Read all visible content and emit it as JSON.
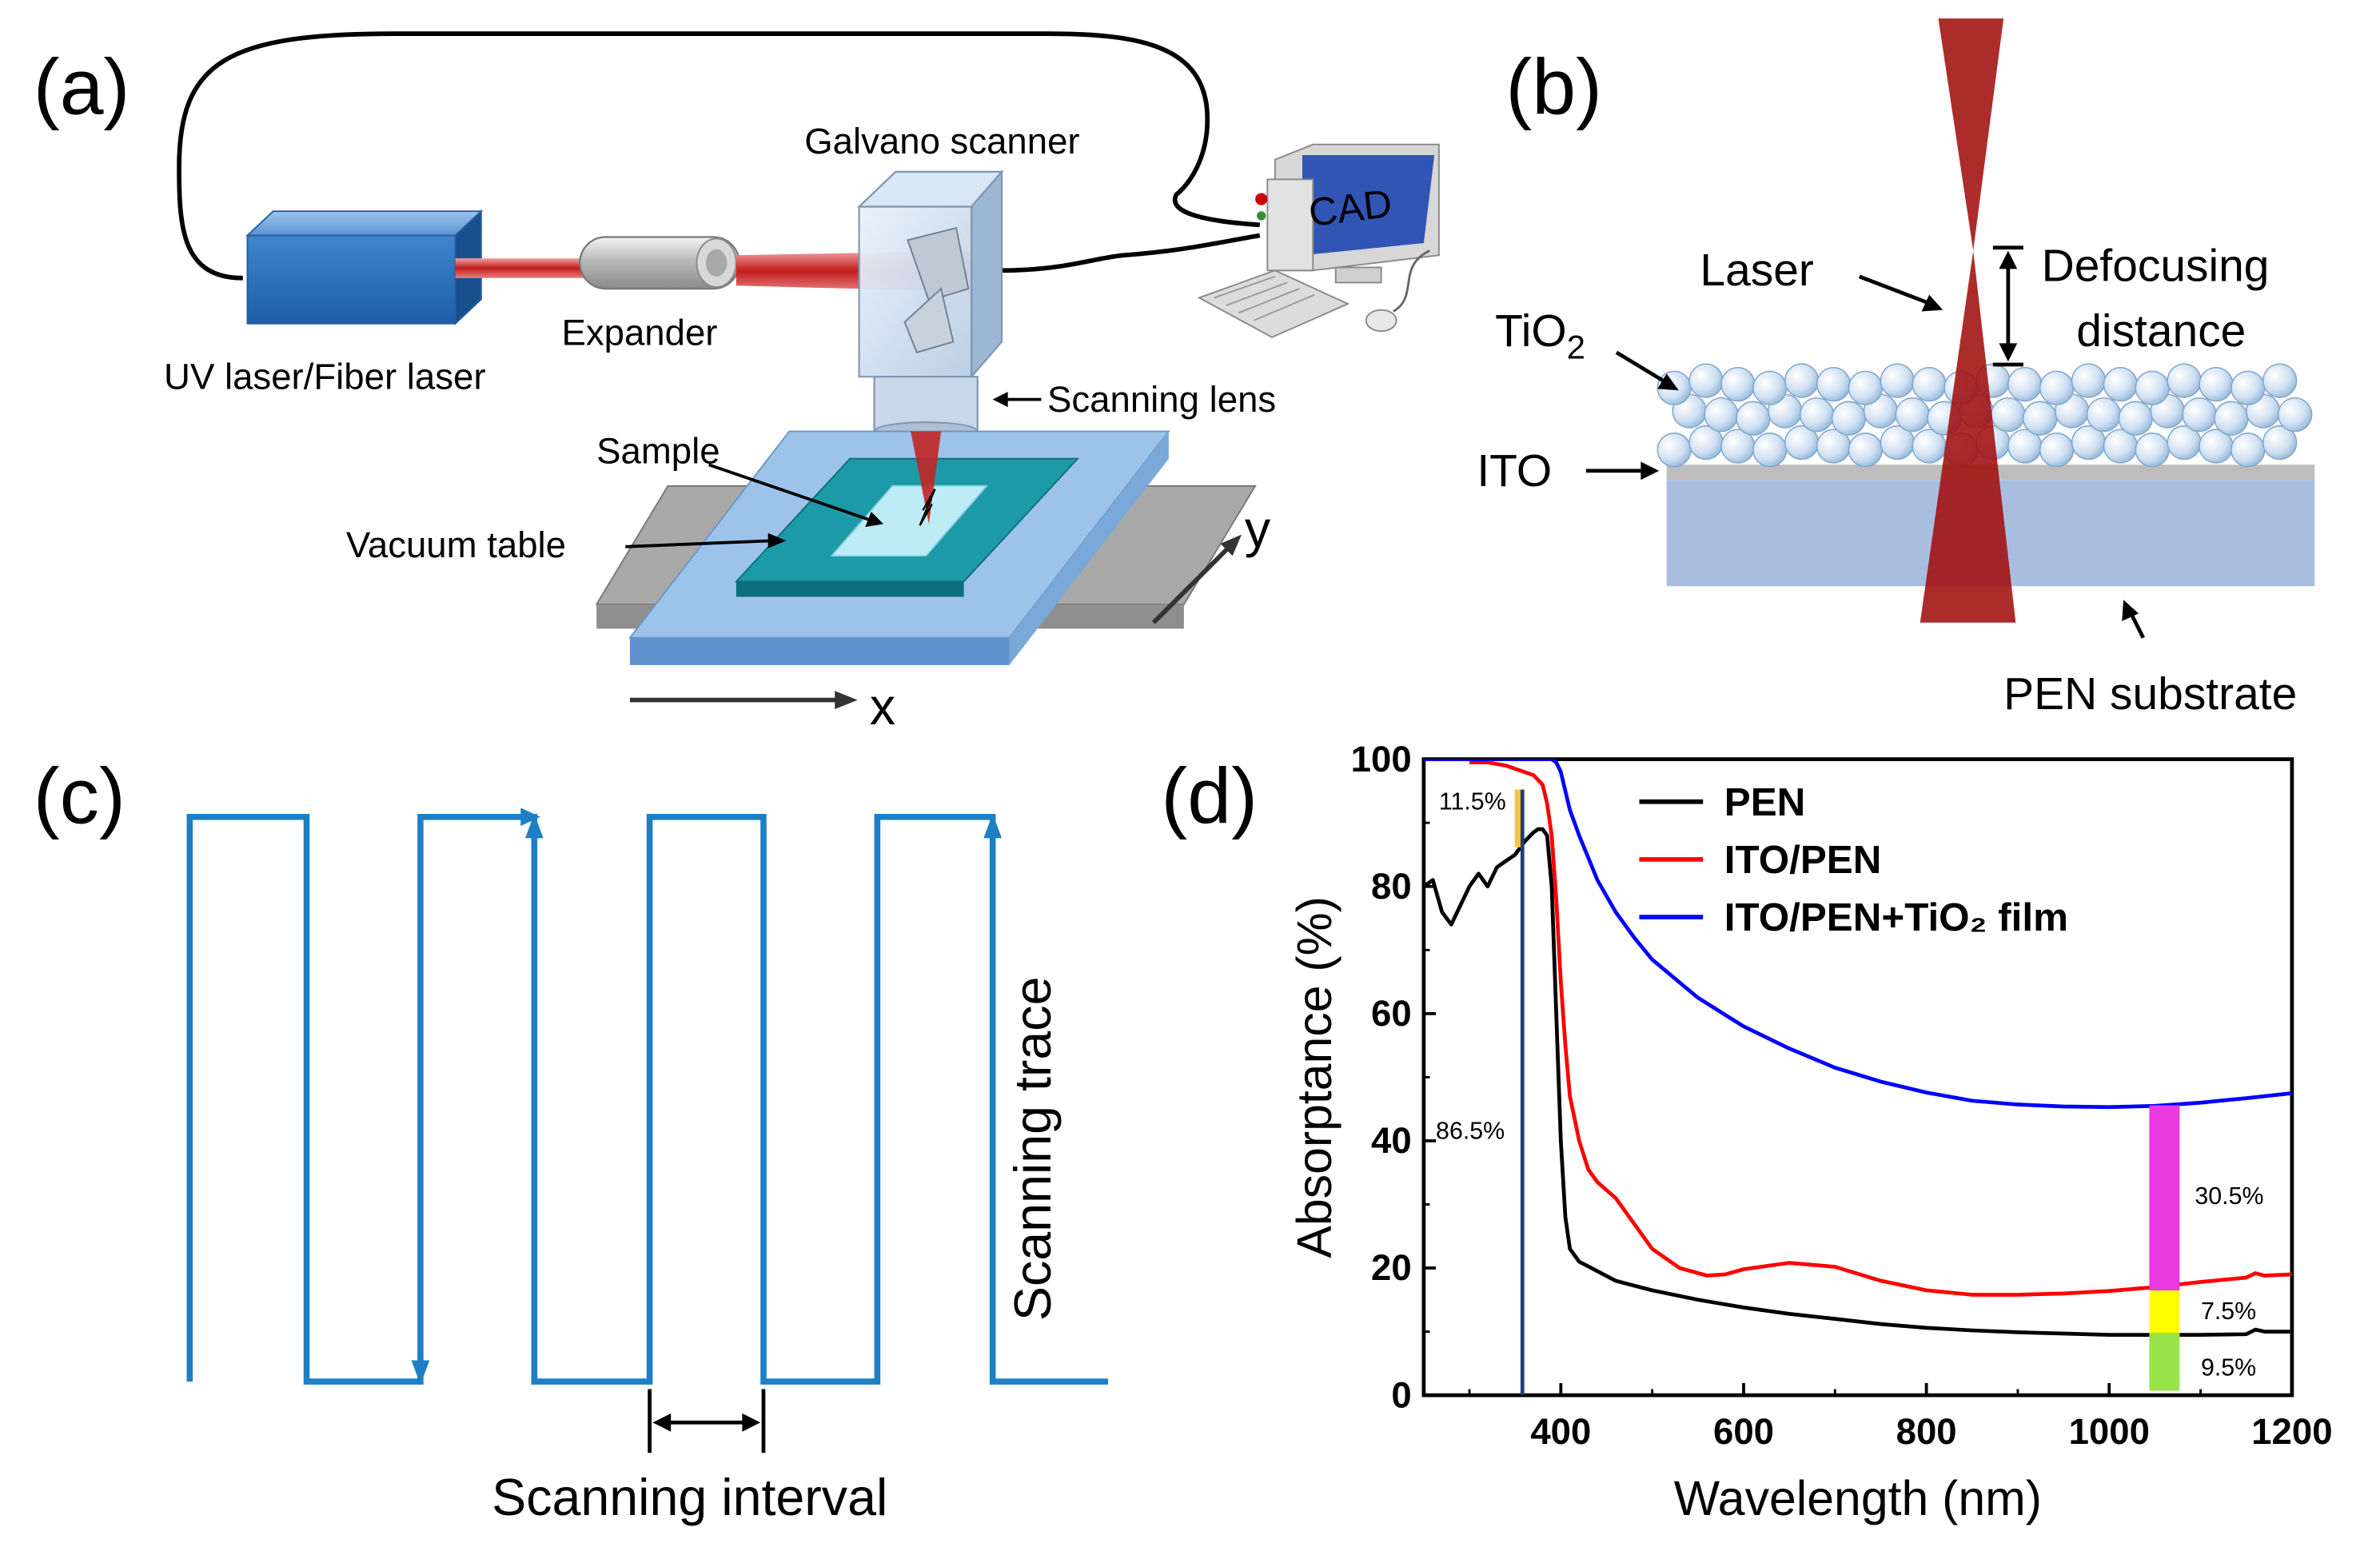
{
  "panels": {
    "a": {
      "label": "(a)",
      "galvano": "Galvano scanner",
      "cad": "CAD",
      "expander": "Expander",
      "laser": "UV laser/Fiber laser",
      "scanning_lens": "Scanning lens",
      "sample": "Sample",
      "vacuum_table": "Vacuum table",
      "axis_x": "x",
      "axis_y": "y"
    },
    "b": {
      "label": "(b)",
      "laser": "Laser",
      "defocus_1": "Defocusing",
      "defocus_2": "distance",
      "tio2": "TiO",
      "tio2_sub": "2",
      "ito": "ITO",
      "pen": "PEN substrate"
    },
    "c": {
      "label": "(c)",
      "trace": "Scanning trace",
      "interval": "Scanning interval"
    },
    "d": {
      "label": "(d)",
      "annotations": [
        "11.5%",
        "86.5%",
        "30.5%",
        "7.5%",
        "9.5%"
      ]
    }
  },
  "colors": {
    "laser_red": "#b01010",
    "trace_blue": "#1f7fc4",
    "pen_line": "#000000",
    "ito_line": "#ff0000",
    "tio2_line": "#0000ff",
    "bar_magenta": "#e83adf",
    "bar_yellow": "#ffff00",
    "bar_green": "#99e34a",
    "bar_navy": "#1f3d7a"
  },
  "chart_data": {
    "type": "line",
    "xlabel": "Wavelength (nm)",
    "ylabel": "Absorptance (%)",
    "xlim": [
      250,
      1200
    ],
    "ylim": [
      0,
      100
    ],
    "xticks": [
      400,
      600,
      800,
      1000,
      1200
    ],
    "yticks": [
      0,
      20,
      40,
      60,
      80,
      100
    ],
    "legend_position": "top-center",
    "series": [
      {
        "name": "PEN",
        "color": "#000000",
        "x": [
          250,
          260,
          270,
          280,
          290,
          300,
          310,
          320,
          330,
          340,
          350,
          360,
          370,
          375,
          380,
          385,
          390,
          395,
          400,
          405,
          410,
          420,
          440,
          460,
          500,
          550,
          600,
          650,
          700,
          750,
          800,
          850,
          900,
          950,
          1000,
          1050,
          1100,
          1150,
          1160,
          1170,
          1200
        ],
        "y": [
          80,
          81,
          76,
          74,
          77,
          80,
          82,
          80,
          83,
          84,
          85,
          87,
          88.5,
          89,
          89,
          88,
          80,
          60,
          40,
          28,
          23,
          21,
          19.5,
          18,
          16.5,
          15,
          13.8,
          12.8,
          12,
          11.2,
          10.6,
          10.2,
          9.9,
          9.7,
          9.5,
          9.5,
          9.5,
          9.6,
          10.3,
          10,
          10
        ]
      },
      {
        "name": "ITO/PEN",
        "color": "#ff0000",
        "x": [
          300,
          320,
          340,
          350,
          360,
          370,
          380,
          385,
          390,
          395,
          400,
          405,
          410,
          420,
          430,
          440,
          460,
          480,
          500,
          530,
          560,
          580,
          600,
          650,
          700,
          750,
          800,
          850,
          900,
          950,
          1000,
          1050,
          1100,
          1150,
          1160,
          1170,
          1200
        ],
        "y": [
          99.5,
          99.5,
          99,
          98.5,
          98,
          97.5,
          96,
          93,
          88,
          78,
          65,
          55,
          47,
          40,
          35.5,
          33.5,
          31,
          27,
          23,
          20,
          18.8,
          19,
          19.8,
          20.8,
          20.2,
          18,
          16.5,
          15.8,
          15.8,
          16,
          16.4,
          17,
          17.8,
          18.5,
          19.2,
          18.8,
          19
        ]
      },
      {
        "name": "ITO/PEN+TiO₂ film",
        "color": "#0000ff",
        "x": [
          250,
          300,
          350,
          390,
          395,
          400,
          405,
          410,
          420,
          430,
          440,
          460,
          480,
          500,
          550,
          600,
          650,
          700,
          750,
          800,
          850,
          900,
          950,
          1000,
          1050,
          1100,
          1150,
          1200
        ],
        "y": [
          100,
          100,
          100,
          100,
          99.5,
          98,
          95,
          92,
          88,
          84.5,
          81,
          76,
          72,
          68.5,
          62.5,
          58,
          54.5,
          51.5,
          49.3,
          47.6,
          46.3,
          45.7,
          45.4,
          45.3,
          45.5,
          46,
          46.7,
          47.5
        ]
      }
    ]
  }
}
